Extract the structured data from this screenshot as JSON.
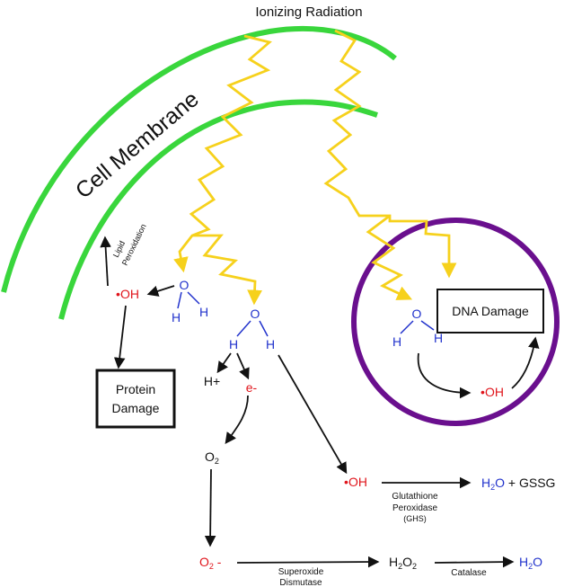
{
  "title": "Ionizing Radiation",
  "membrane_label": "Cell Membrane",
  "lipid_label_1": "Lipid",
  "lipid_label_2": "Peroxidation",
  "protein_damage_1": "Protein",
  "protein_damage_2": "Damage",
  "dna_damage": "DNA Damage",
  "water1": {
    "o": "O",
    "h1": "H",
    "h2": "H"
  },
  "water2": {
    "o": "O",
    "h1": "H",
    "h2": "H"
  },
  "water3": {
    "o": "O",
    "h1": "H",
    "h2": "H"
  },
  "radical_oh_left": "•OH",
  "radical_oh_dna": "•OH",
  "radical_oh_mid": "•OH",
  "h_plus": "H+",
  "electron": "e-",
  "o2": "O",
  "o2_sub": "2",
  "superoxide": "O",
  "superoxide_sub": "2",
  "superoxide_charge": " -",
  "superoxide_dismutase_1": "Superoxide",
  "superoxide_dismutase_2": "Dismutase",
  "h2o2": "H",
  "h2o2_sub1": "2",
  "h2o2_o": "O",
  "h2o2_sub2": "2",
  "catalase": "Catalase",
  "h2o_final_h": "H",
  "h2o_final_sub": "2",
  "h2o_final_o": "O",
  "glutathione_1": "Glutathione",
  "glutathione_2": "Peroxidase",
  "glutathione_3": "(GHS)",
  "h2o_gssg_h": "H",
  "h2o_gssg_sub": "2",
  "h2o_gssg_o": "O",
  "gssg": " + GSSG",
  "colors": {
    "membrane": "#39d63c",
    "radiation": "#f6d11c",
    "nucleus": "#6a0f8e",
    "radical": "#e0141b",
    "water": "#2233cc"
  }
}
